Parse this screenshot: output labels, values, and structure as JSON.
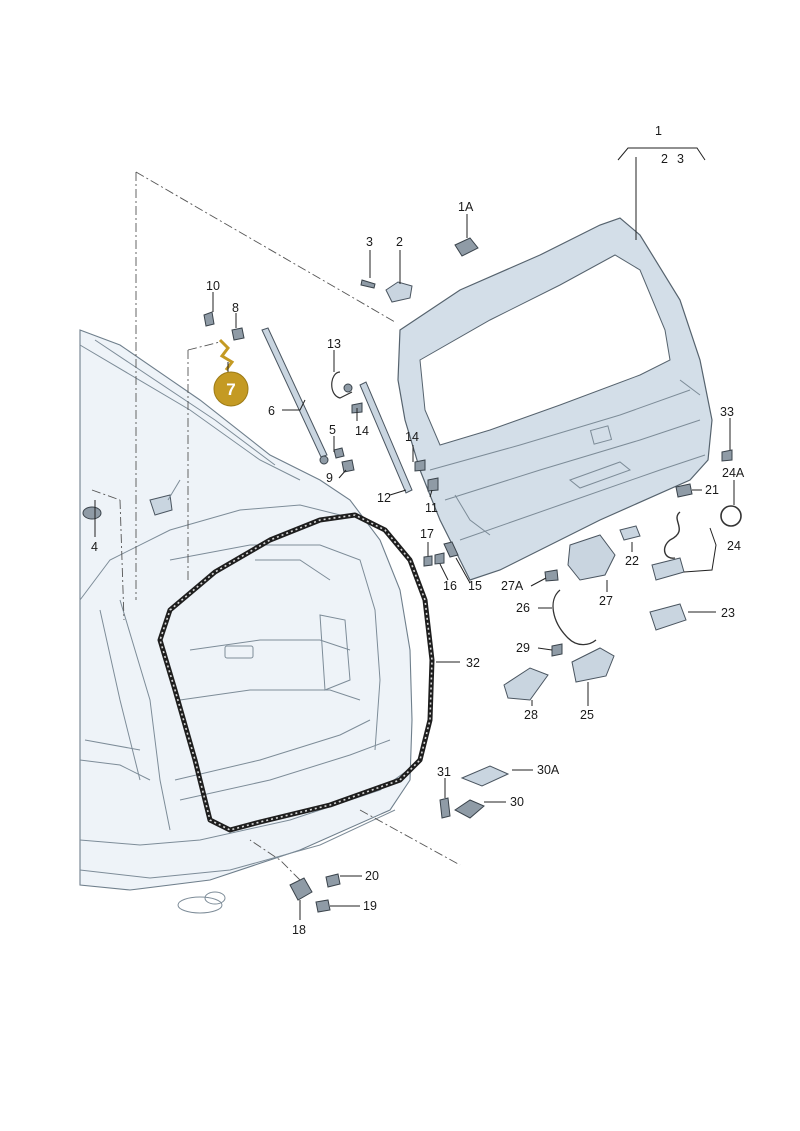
{
  "labels": {
    "l1": "1",
    "l2": "2",
    "l3": "3",
    "l1A": "1A",
    "l2b": "2",
    "l3b": "3",
    "l4": "4",
    "l5": "5",
    "l6": "6",
    "l7": "7",
    "l8": "8",
    "l9": "9",
    "l10": "10",
    "l11": "11",
    "l12": "12",
    "l13": "13",
    "l14a": "14",
    "l14b": "14",
    "l15": "15",
    "l16": "16",
    "l17": "17",
    "l18": "18",
    "l19": "19",
    "l20": "20",
    "l21": "21",
    "l22": "22",
    "l23": "23",
    "l24": "24",
    "l24A": "24A",
    "l25": "25",
    "l26": "26",
    "l27": "27",
    "l27A": "27A",
    "l28": "28",
    "l29": "29",
    "l30": "30",
    "l30A": "30A",
    "l31": "31",
    "l32": "32",
    "l33": "33"
  },
  "highlight": {
    "part": "7",
    "color": "#c49a23"
  },
  "colors": {
    "car_fill": "#eef3f8",
    "lid_fill": "#d3dee8",
    "seal": "#1e1e1e"
  }
}
